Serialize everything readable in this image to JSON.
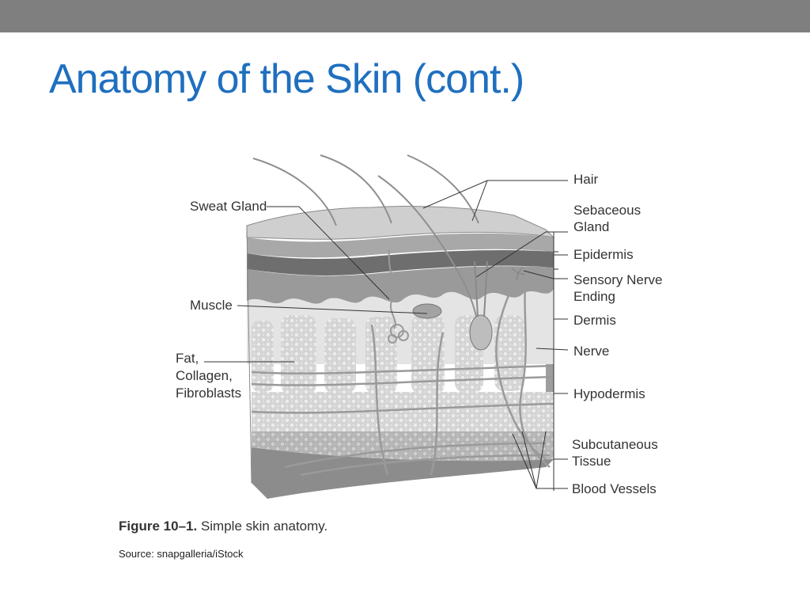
{
  "slide": {
    "title": "Anatomy of the Skin (cont.)"
  },
  "figure": {
    "labels_left": {
      "sweat_gland": "Sweat Gland",
      "muscle": "Muscle",
      "fat_line1": "Fat,",
      "fat_line2": "Collagen,",
      "fat_line3": "Fibroblasts"
    },
    "labels_right": {
      "hair": "Hair",
      "sebaceous_line1": "Sebaceous",
      "sebaceous_line2": "Gland",
      "epidermis": "Epidermis",
      "sensory_line1": "Sensory Nerve",
      "sensory_line2": "Ending",
      "dermis": "Dermis",
      "nerve": "Nerve",
      "hypodermis": "Hypodermis",
      "subcutaneous_line1": "Subcutaneous",
      "subcutaneous_line2": "Tissue",
      "blood_vessels": "Blood Vessels"
    },
    "caption_number": "Figure 10–1.",
    "caption_text": " Simple skin anatomy.",
    "source": "Source: snapgalleria/iStock"
  }
}
